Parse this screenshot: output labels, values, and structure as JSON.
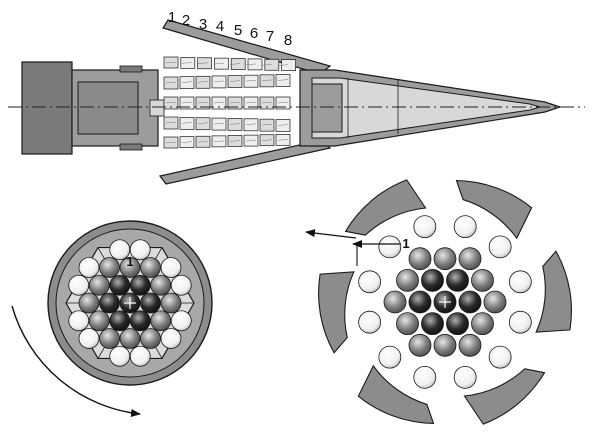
{
  "side_view": {
    "ring_numbers": [
      "1",
      "2",
      "3",
      "4",
      "5",
      "6",
      "7",
      "8"
    ]
  },
  "front_view": {
    "ball_label": "1"
  },
  "dispersal_view": {
    "ball_label": "1"
  },
  "colors": {
    "casing_dark": "#7a7a7a",
    "casing_mid": "#9c9c9c",
    "casing_light": "#d0d0d0",
    "outline": "#1a1a1a",
    "petal": "#8c8c8c",
    "ball_center": "#1e1e1e",
    "ball_mid": "#7e7e7e",
    "ball_outer": "#f2f2f2"
  }
}
